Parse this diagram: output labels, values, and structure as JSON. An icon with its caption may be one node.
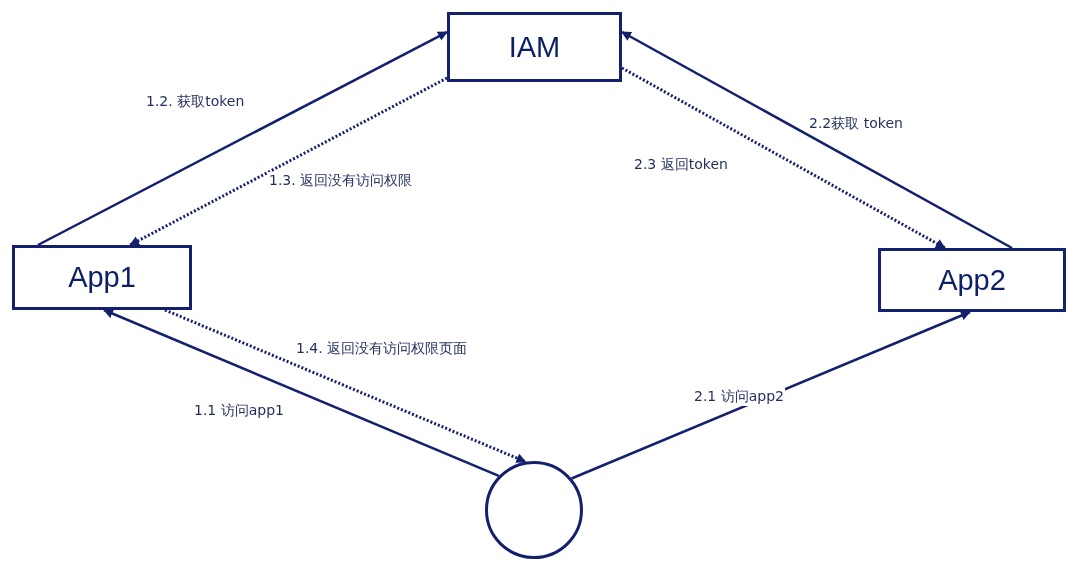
{
  "diagram": {
    "nodes": [
      {
        "text": [
          "IAM"
        ]
      },
      {
        "text": [
          "App1"
        ]
      },
      {
        "text": [
          "App2"
        ]
      },
      {
        "text": [],
        "shape": "circle"
      }
    ],
    "edges": [
      {
        "from": 1,
        "to": 0,
        "arrow": "to",
        "label": "1.2. 获取token"
      },
      {
        "from": 0,
        "to": 1,
        "arrow": "to",
        "label": "1.3. 返回没有访问权限",
        "style": "dashed"
      },
      {
        "from": 2,
        "to": 0,
        "arrow": "to",
        "label": "2.2获取 token"
      },
      {
        "from": 0,
        "to": 2,
        "arrow": "to",
        "label": "2.3 返回token",
        "style": "dashed"
      },
      {
        "from": 3,
        "to": 1,
        "arrow": "to",
        "label": "1.1 访问app1"
      },
      {
        "from": 1,
        "to": 3,
        "arrow": "to",
        "label": "1.4. 返回没有访问权限页面",
        "style": "dashed"
      },
      {
        "from": 3,
        "to": 2,
        "arrow": "to",
        "label": "2.1 访问app2"
      }
    ]
  }
}
